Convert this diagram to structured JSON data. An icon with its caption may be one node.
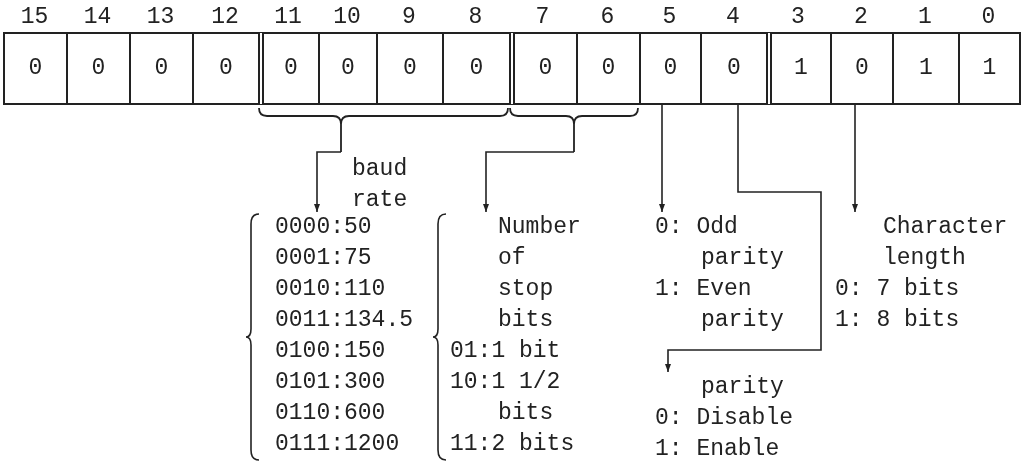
{
  "diagram": {
    "nodes": [
      {
        "text": [
          "0"
        ],
        "beside": [
          "15"
        ]
      },
      {
        "text": [
          "0"
        ],
        "beside": [
          "14"
        ]
      },
      {
        "text": [
          "0"
        ],
        "beside": [
          "13"
        ]
      },
      {
        "text": [
          "0"
        ],
        "beside": [
          "12"
        ]
      },
      {
        "text": [
          "0"
        ],
        "beside": [
          "11"
        ]
      },
      {
        "text": [
          "0"
        ],
        "beside": [
          "10"
        ]
      },
      {
        "text": [
          "0"
        ],
        "beside": [
          "9"
        ]
      },
      {
        "text": [
          "0"
        ],
        "beside": [
          "8"
        ]
      },
      {
        "text": [
          "0"
        ],
        "beside": [
          "7"
        ]
      },
      {
        "text": [
          "0"
        ],
        "beside": [
          "6"
        ]
      },
      {
        "text": [
          "0"
        ],
        "beside": [
          "5"
        ]
      },
      {
        "text": [
          "0"
        ],
        "beside": [
          "4"
        ]
      },
      {
        "text": [
          "1"
        ],
        "beside": [
          "3"
        ]
      },
      {
        "text": [
          "0"
        ],
        "beside": [
          "2"
        ]
      },
      {
        "text": [
          "1"
        ],
        "beside": [
          "1"
        ]
      },
      {
        "text": [
          "1"
        ],
        "beside": [
          "0"
        ]
      },
      {
        "text": [],
        "shape": "brace",
        "beside": [
          "baud rate"
        ]
      },
      {
        "text": [],
        "shape": "brace"
      },
      {
        "text": [
          "0000:50",
          "0001:75",
          "0010:110",
          "0011:134.5",
          "0100:150",
          "0101:300",
          "0110:600",
          "0111:1200"
        ]
      },
      {
        "text": [
          "Number of stop bits",
          "01:1 bit",
          "10:1 1/2 bits",
          "11:2 bits"
        ]
      },
      {
        "text": [
          "0: Odd parity",
          "1: Even parity"
        ]
      },
      {
        "text": [
          "parity",
          "0: Disable",
          "1: Enable"
        ]
      },
      {
        "text": [
          "Character length",
          "0: 7 bits",
          "1: 8 bits"
        ]
      }
    ],
    "edges": [
      {
        "from": 16,
        "to": 18,
        "arrow": "to"
      },
      {
        "from": 17,
        "to": 19,
        "arrow": "to"
      },
      {
        "from": 10,
        "to": 20,
        "arrow": "to"
      },
      {
        "from": 11,
        "to": 21,
        "arrow": "to"
      },
      {
        "from": 13,
        "to": 22,
        "arrow": "to"
      }
    ]
  }
}
